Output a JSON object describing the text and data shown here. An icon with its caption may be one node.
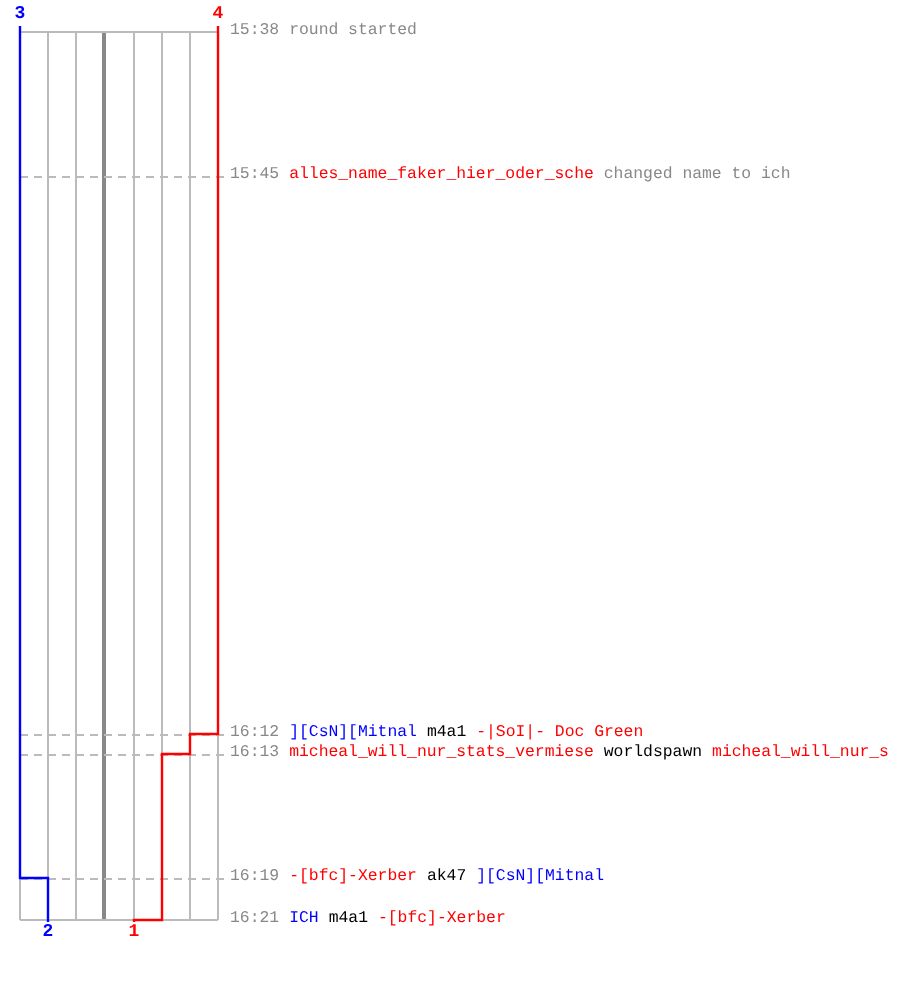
{
  "diagram": {
    "nodes": [
      {
        "text": [
          "3"
        ]
      },
      {
        "text": [
          "4"
        ]
      },
      {
        "text": [
          "2"
        ]
      },
      {
        "text": [
          "1"
        ]
      }
    ],
    "edges": [
      {
        "from": 0,
        "to": 2,
        "arrow": "none",
        "color": "#0000ff"
      },
      {
        "from": 1,
        "to": 3,
        "arrow": "none",
        "color": "#ff0000"
      }
    ],
    "labels": [
      "15:38",
      "round started",
      "15:45",
      "alles_name_faker_hier_oder_sche",
      "changed name to ich",
      "16:12",
      "][CsN][Mitnal",
      "m4a1",
      "-|SoI|- Doc Green",
      "16:13",
      "micheal_will_nur_stats_vermiese",
      "worldspawn",
      "micheal_will_nur_s",
      "16:19",
      "-[bfc]-Xerber",
      "ak47",
      "][CsN][Mitnal",
      "16:21",
      "ICH",
      "m4a1",
      "-[bfc]-Xerber"
    ]
  }
}
